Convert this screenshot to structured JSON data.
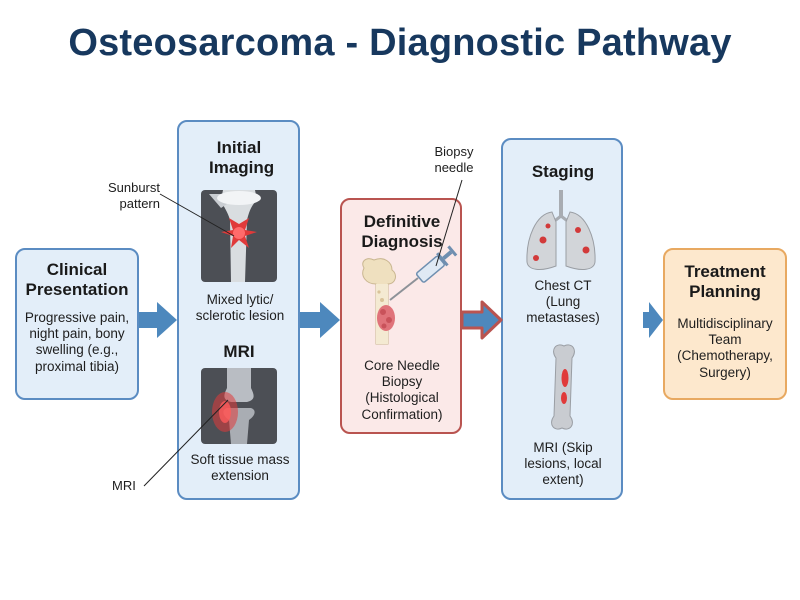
{
  "title": "Osteosarcoma - Diagnostic Pathway",
  "clinical": {
    "heading": "Clinical Presentation",
    "body": "Progressive pain, night pain, bony swelling (e.g., proximal tibia)"
  },
  "imaging": {
    "heading": "Initial Imaging",
    "xray_caption": "Mixed lytic/ sclerotic lesion",
    "mri_heading": "MRI",
    "mri_caption": "Soft tissue mass extension",
    "callout_sunburst": "Sunburst pattern",
    "callout_mri": "MRI"
  },
  "diagnosis": {
    "heading": "Definitive Diagnosis",
    "body": "Core Needle Biopsy (Histological Confirmation)",
    "callout_needle": "Biopsy needle"
  },
  "staging": {
    "heading": "Staging",
    "ct_caption": "Chest CT (Lung metastases)",
    "mri_caption": "MRI (Skip lesions, local extent)"
  },
  "treatment": {
    "heading": "Treatment Planning",
    "body": "Multidisciplinary Team (Chemotherapy, Surgery)"
  },
  "colors": {
    "title": "#17385e",
    "blue_border": "#5b8cc2",
    "blue_fill": "#e3eef9",
    "red_border": "#b95450",
    "red_fill": "#fbe9e8",
    "orange_border": "#e8a961",
    "orange_fill": "#fde8cd",
    "arrow": "#4d88bd",
    "lesion": "#e03a3a"
  },
  "icons": [
    "sunburst-xray-icon",
    "knee-mri-icon",
    "bone-biopsy-icon",
    "syringe-icon",
    "lungs-icon",
    "long-bone-icon",
    "flow-arrow-icon"
  ]
}
